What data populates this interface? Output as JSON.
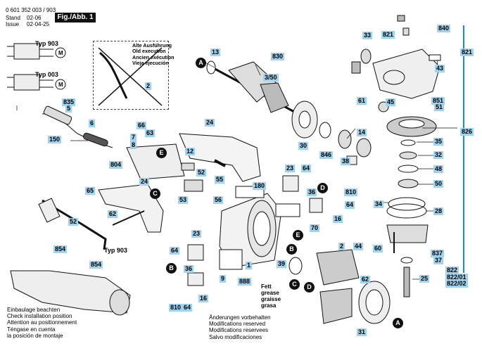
{
  "header": {
    "doc_number": "0 601 352 003 / 903",
    "stand_label": "Stand",
    "stand_date": "02-06",
    "issue_label": "Issue",
    "issue_date": "02-04-25",
    "figure_label": "Fig./Abb. 1"
  },
  "old_execution_box": {
    "lines": [
      "Alte Ausführung",
      "Old execution",
      "Ancien exécution",
      "Vieja ejecución"
    ],
    "part": "2"
  },
  "wiring_labels": {
    "typ903": "Typ 903",
    "typ003": "Typ 003",
    "motor": "M"
  },
  "handle_typ_label": "Typ 903",
  "part_callouts": [
    {
      "id": "835",
      "kind": "num"
    },
    {
      "id": "5",
      "kind": "num"
    },
    {
      "id": "6",
      "kind": "num"
    },
    {
      "id": "150",
      "kind": "num"
    },
    {
      "id": "66",
      "kind": "num"
    },
    {
      "id": "63",
      "kind": "num"
    },
    {
      "id": "7",
      "kind": "num"
    },
    {
      "id": "8",
      "kind": "num"
    },
    {
      "id": "12",
      "kind": "num"
    },
    {
      "id": "804",
      "kind": "num"
    },
    {
      "id": "52",
      "kind": "num"
    },
    {
      "id": "53",
      "kind": "num"
    },
    {
      "id": "65",
      "kind": "num"
    },
    {
      "id": "24",
      "kind": "num"
    },
    {
      "id": "24b",
      "label": "24",
      "kind": "num"
    },
    {
      "id": "62",
      "kind": "num"
    },
    {
      "id": "52b",
      "label": "52",
      "kind": "num"
    },
    {
      "id": "854",
      "kind": "num"
    },
    {
      "id": "854b",
      "label": "854",
      "kind": "num"
    },
    {
      "id": "13",
      "kind": "num"
    },
    {
      "id": "830",
      "kind": "num"
    },
    {
      "id": "3_50",
      "label": "3/50",
      "kind": "num"
    },
    {
      "id": "14",
      "kind": "num"
    },
    {
      "id": "30",
      "kind": "num"
    },
    {
      "id": "846",
      "kind": "num"
    },
    {
      "id": "38",
      "kind": "num"
    },
    {
      "id": "55",
      "kind": "num"
    },
    {
      "id": "23",
      "kind": "num"
    },
    {
      "id": "64",
      "kind": "num"
    },
    {
      "id": "180",
      "kind": "num"
    },
    {
      "id": "56",
      "kind": "num"
    },
    {
      "id": "36",
      "kind": "num"
    },
    {
      "id": "810",
      "kind": "num"
    },
    {
      "id": "64b",
      "label": "64",
      "kind": "num"
    },
    {
      "id": "16",
      "kind": "num"
    },
    {
      "id": "70",
      "kind": "num"
    },
    {
      "id": "23b",
      "label": "23",
      "kind": "num"
    },
    {
      "id": "64c",
      "label": "64",
      "kind": "num"
    },
    {
      "id": "1",
      "kind": "num"
    },
    {
      "id": "9",
      "kind": "num"
    },
    {
      "id": "36b",
      "label": "36",
      "kind": "num"
    },
    {
      "id": "810b",
      "label": "810",
      "kind": "num"
    },
    {
      "id": "64d",
      "label": "64",
      "kind": "num"
    },
    {
      "id": "16b",
      "label": "16",
      "kind": "num"
    },
    {
      "id": "888",
      "kind": "num"
    },
    {
      "id": "39",
      "kind": "num"
    },
    {
      "id": "2",
      "kind": "num"
    },
    {
      "id": "44",
      "kind": "num"
    },
    {
      "id": "62b",
      "label": "62",
      "kind": "num"
    },
    {
      "id": "31",
      "kind": "num"
    },
    {
      "id": "33",
      "kind": "num"
    },
    {
      "id": "821",
      "kind": "num"
    },
    {
      "id": "840",
      "kind": "num"
    },
    {
      "id": "821b",
      "label": "821",
      "kind": "num"
    },
    {
      "id": "43",
      "kind": "num"
    },
    {
      "id": "61",
      "kind": "num"
    },
    {
      "id": "45",
      "kind": "num"
    },
    {
      "id": "851",
      "kind": "num"
    },
    {
      "id": "51",
      "kind": "num"
    },
    {
      "id": "826",
      "kind": "num"
    },
    {
      "id": "35",
      "kind": "num"
    },
    {
      "id": "32",
      "kind": "num"
    },
    {
      "id": "48",
      "kind": "num"
    },
    {
      "id": "50",
      "kind": "num"
    },
    {
      "id": "34",
      "kind": "num"
    },
    {
      "id": "28",
      "kind": "num"
    },
    {
      "id": "60",
      "kind": "num"
    },
    {
      "id": "837",
      "kind": "num"
    },
    {
      "id": "37",
      "kind": "num"
    },
    {
      "id": "822",
      "kind": "num"
    },
    {
      "id": "822_01",
      "label": "822/01",
      "kind": "num"
    },
    {
      "id": "822_02",
      "label": "822/02",
      "kind": "num"
    },
    {
      "id": "25",
      "kind": "num"
    }
  ],
  "letter_markers": [
    "A",
    "B",
    "C",
    "D",
    "E"
  ],
  "grease_note": [
    "Fett",
    "grease",
    "graisse",
    "grasa"
  ],
  "install_note": [
    "Einbaulage beachten",
    "Check installation position",
    "Attention au positionnement",
    "Téngase en cuenta",
    "la posición de montaje"
  ],
  "changes_note": [
    "Änderungen vorbehalten",
    "Modifications reserved",
    "Modifications reservees",
    "Salvo modificaciones"
  ]
}
